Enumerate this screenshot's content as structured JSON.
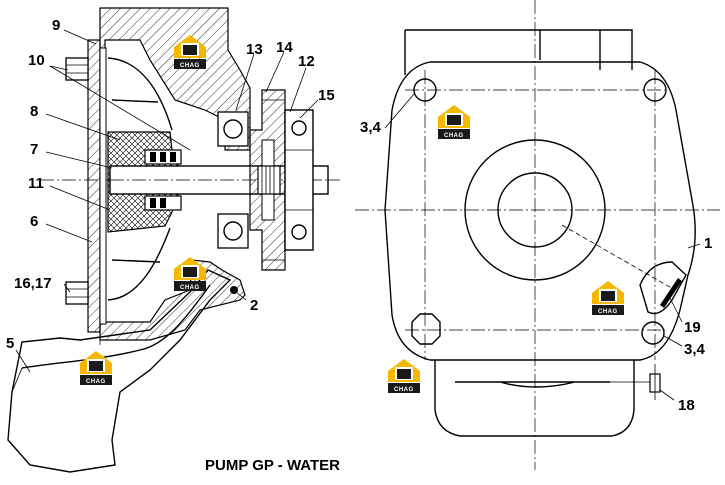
{
  "caption": "PUMP GP - WATER",
  "watermark": {
    "mark": "H3",
    "text": "CHAG",
    "color": "#f5b800"
  },
  "callouts": {
    "c9": "9",
    "c10": "10",
    "c8": "8",
    "c7": "7",
    "c11": "11",
    "c6": "6",
    "c1617": "16,17",
    "c5": "5",
    "c13": "13",
    "c14": "14",
    "c12": "12",
    "c15": "15",
    "c2": "2",
    "c34a": "3,4",
    "c1": "1",
    "c19": "19",
    "c34b": "3,4",
    "c18": "18"
  }
}
